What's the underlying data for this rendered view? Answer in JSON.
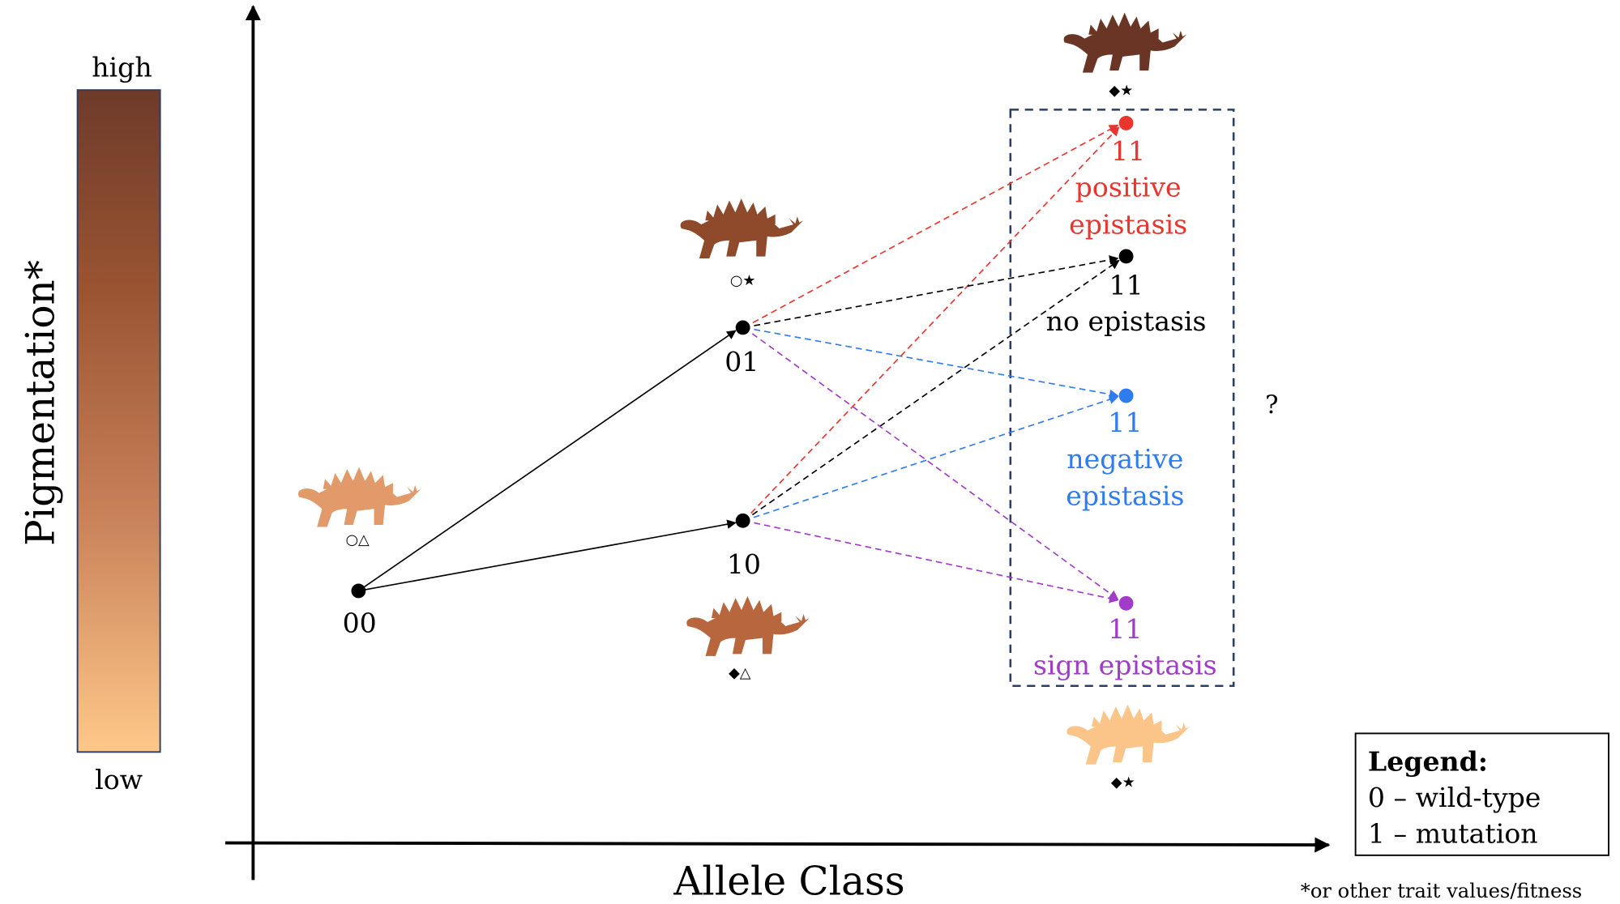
{
  "colorbar": {
    "high": "high",
    "low": "low",
    "top_color": "#6e3b2a",
    "bottom_color": "#ffc889"
  },
  "axes": {
    "y_label": "Pigmentation*",
    "x_label": "Allele Class"
  },
  "nodes": {
    "n00": {
      "label": "00",
      "symbols": "○△",
      "dino_color": "#e39a6a"
    },
    "n01": {
      "label": "01",
      "symbols": "○★",
      "dino_color": "#8f4a2c"
    },
    "n10": {
      "label": "10",
      "symbols": "◆△",
      "dino_color": "#b8663e"
    },
    "pos": {
      "label": "11",
      "desc1": "positive",
      "desc2": "epistasis",
      "color": "#e8352e"
    },
    "none": {
      "label": "11",
      "desc1": "no epistasis",
      "color": "#000000"
    },
    "neg": {
      "label": "11",
      "desc1": "negative",
      "desc2": "epistasis",
      "color": "#2f7bf0"
    },
    "sign": {
      "label": "11",
      "desc1": "sign epistasis",
      "color": "#a03cc8"
    }
  },
  "top_dino": {
    "symbols": "◆★",
    "color": "#6b3526"
  },
  "bottom_dino": {
    "symbols": "◆★",
    "color": "#fbc58a"
  },
  "question": "?",
  "legend": {
    "title": "Legend:",
    "line1": "0 – wild-type",
    "line2": "1 – mutation"
  },
  "footnote": "*or other trait values/fitness"
}
